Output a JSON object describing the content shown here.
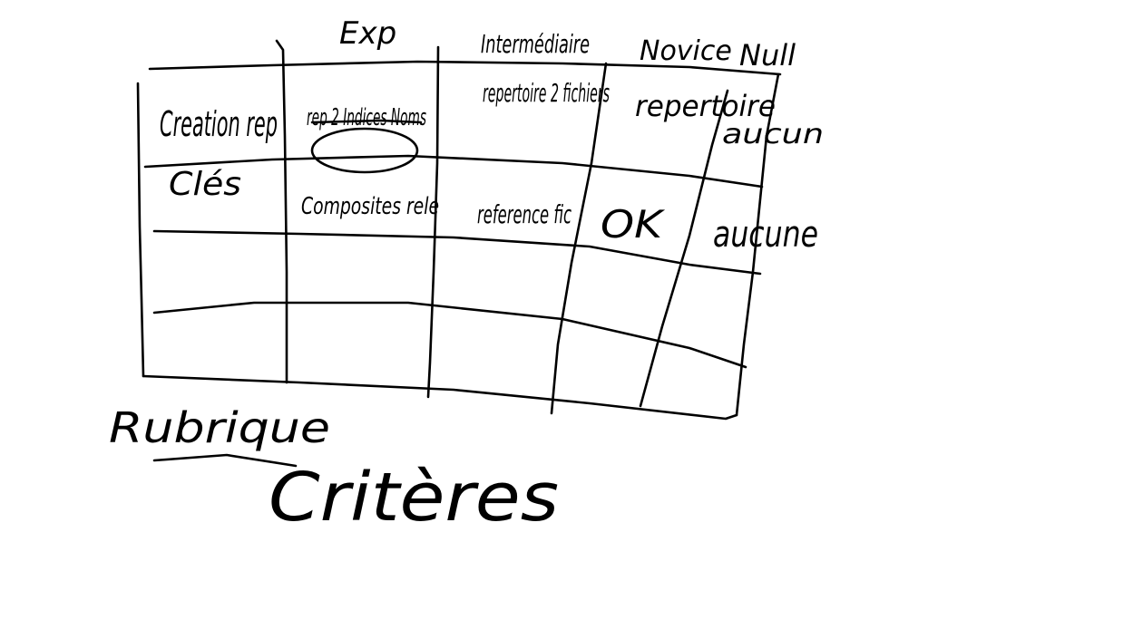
{
  "header": {
    "col1": "Exp",
    "col2": "Intermédiaire",
    "col3": "Novice",
    "col4": "Null"
  },
  "rows": [
    {
      "label": "Creation rep",
      "cells": [
        "rep 2 Indices Noms",
        "repertoire 2 fichiers",
        "repertoire",
        "aucun"
      ]
    },
    {
      "label": "Clés",
      "cells": [
        "Composites rele",
        "reference fic",
        "OK",
        "aucune"
      ]
    }
  ],
  "footer": {
    "rubrique": "Rubrique",
    "criteres": "Critères"
  }
}
